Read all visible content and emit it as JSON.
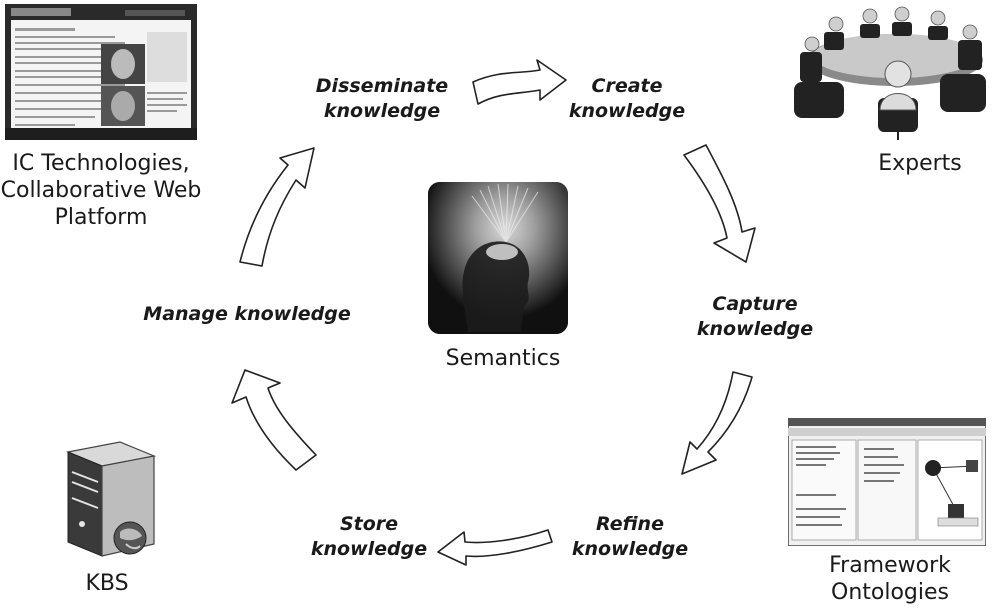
{
  "diagram": {
    "steps": {
      "disseminate": "Disseminate knowledge",
      "create": "Create knowledge",
      "capture": "Capture knowledge",
      "refine": "Refine knowledge",
      "store": "Store knowledge",
      "manage": "Manage knowledge"
    },
    "center_label": "Semantics",
    "captions": {
      "platform": "IC Technologies, Collaborative Web Platform",
      "experts": "Experts",
      "ontologies": "Framework Ontologies",
      "kbs": "KBS"
    },
    "icons": {
      "platform": "web-page-screenshot-icon",
      "experts": "meeting-table-people-icon",
      "ontologies": "ontology-editor-screenshot-icon",
      "kbs": "server-globe-icon",
      "center": "glowing-head-icon"
    }
  }
}
